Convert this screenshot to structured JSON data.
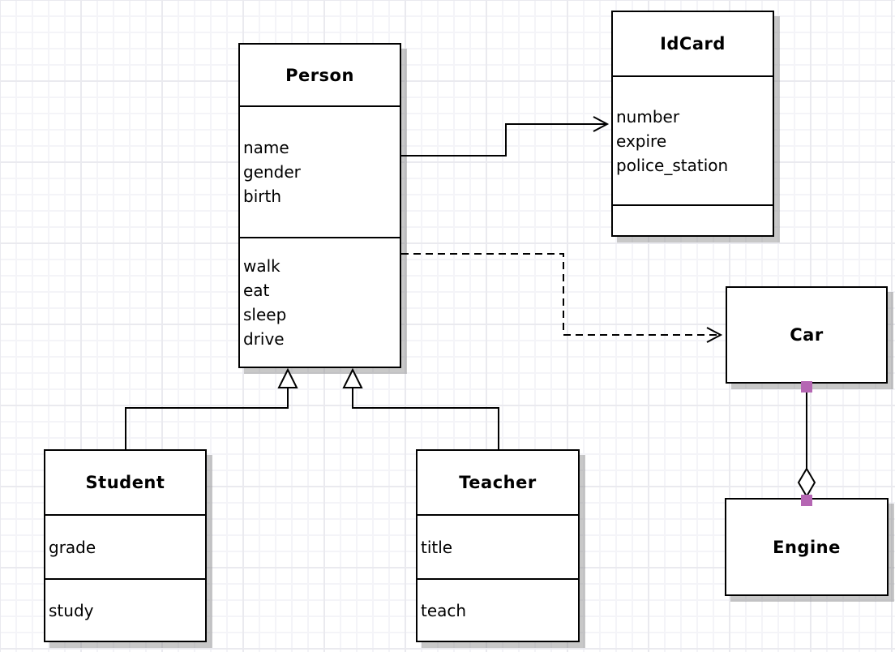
{
  "diagram": {
    "classes": {
      "person": {
        "title": "Person",
        "attributes": [
          "name",
          "gender",
          "birth"
        ],
        "methods": [
          "walk",
          "eat",
          "sleep",
          "drive"
        ]
      },
      "idcard": {
        "title": "IdCard",
        "attributes": [
          "number",
          "expire",
          "police_station"
        ],
        "methods": []
      },
      "car": {
        "title": "Car",
        "attributes": [],
        "methods": []
      },
      "engine": {
        "title": "Engine",
        "attributes": [],
        "methods": []
      },
      "student": {
        "title": "Student",
        "attributes": [
          "grade"
        ],
        "methods": [
          "study"
        ]
      },
      "teacher": {
        "title": "Teacher",
        "attributes": [
          "title"
        ],
        "methods": [
          "teach"
        ]
      }
    },
    "relationships": [
      {
        "type": "association",
        "from": "Person",
        "to": "IdCard",
        "line": "solid",
        "arrow": "open"
      },
      {
        "type": "dependency",
        "from": "Person",
        "to": "Car",
        "line": "dashed",
        "arrow": "open"
      },
      {
        "type": "generalization",
        "from": "Student",
        "to": "Person",
        "line": "solid",
        "arrow": "hollow-triangle"
      },
      {
        "type": "generalization",
        "from": "Teacher",
        "to": "Person",
        "line": "solid",
        "arrow": "hollow-triangle"
      },
      {
        "type": "aggregation",
        "from": "Car",
        "to": "Engine",
        "line": "solid",
        "arrow": "hollow-diamond",
        "selected": true
      }
    ],
    "colors": {
      "stroke": "#000000",
      "fill": "#ffffff",
      "selection_handle": "#b566b3",
      "shadow": "#7d7d7d",
      "grid_minor": "#f4f4f8",
      "grid_major": "#eaeaef"
    }
  }
}
